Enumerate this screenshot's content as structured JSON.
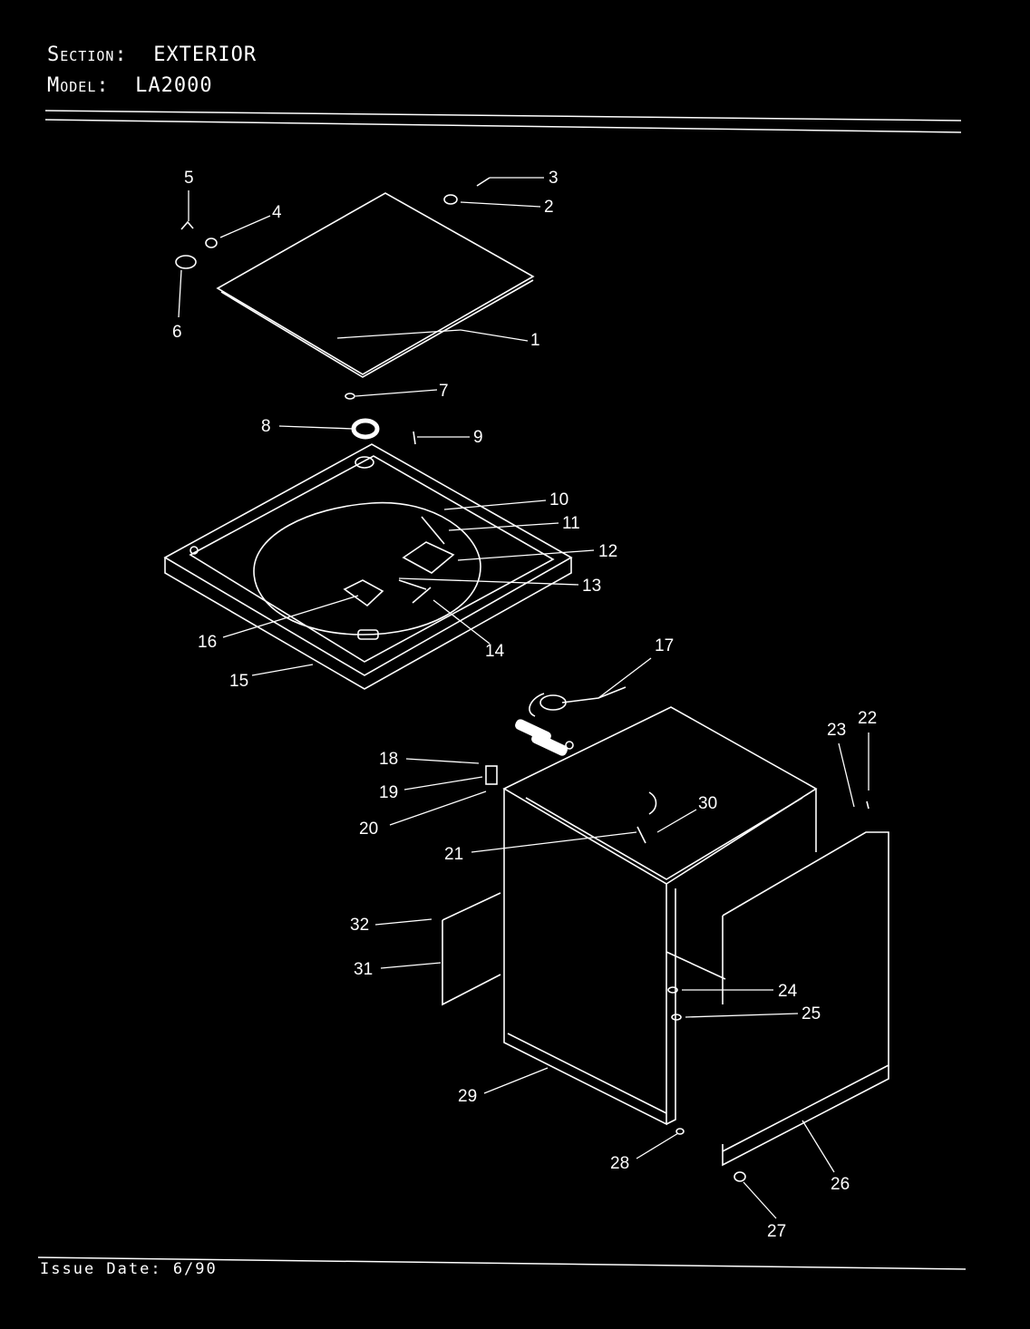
{
  "header": {
    "section_key": "Section:",
    "section_value": "EXTERIOR",
    "model_key": "Model:",
    "model_value": "LA2000"
  },
  "footer": {
    "issue_date": "Issue Date: 6/90"
  },
  "callouts": [
    "1",
    "2",
    "3",
    "4",
    "5",
    "6",
    "7",
    "8",
    "9",
    "10",
    "11",
    "12",
    "13",
    "14",
    "15",
    "16",
    "17",
    "18",
    "19",
    "20",
    "21",
    "22",
    "23",
    "24",
    "25",
    "26",
    "27",
    "28",
    "29",
    "30",
    "31",
    "32"
  ],
  "colors": {
    "background": "#000000",
    "foreground": "#ffffff"
  }
}
